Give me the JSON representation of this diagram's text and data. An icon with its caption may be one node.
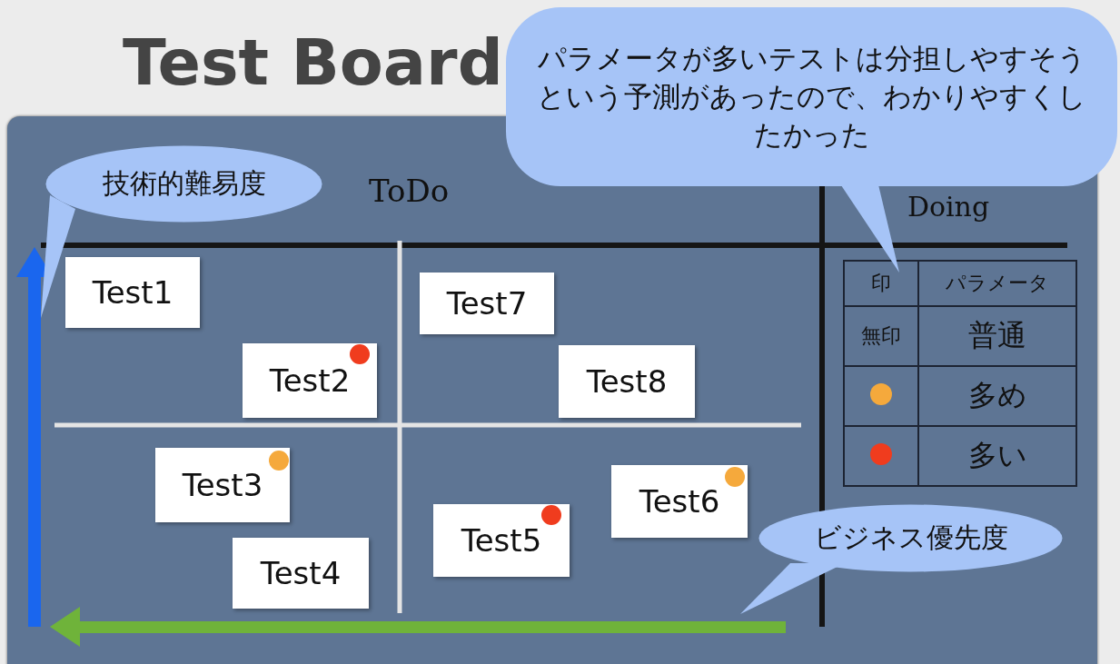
{
  "diagram": {
    "title": "Test Board",
    "nodes": [
      {
        "text": [
          "ToDo"
        ]
      },
      {
        "text": [
          "Doing"
        ]
      },
      {
        "text": [
          "Test1"
        ],
        "in": 0
      },
      {
        "text": [
          "Test2"
        ],
        "in": 0
      },
      {
        "text": [],
        "shape": "circle",
        "in": 3
      },
      {
        "text": [
          "Test3"
        ],
        "in": 0
      },
      {
        "text": [],
        "shape": "circle",
        "in": 5
      },
      {
        "text": [
          "Test4"
        ],
        "in": 0
      },
      {
        "text": [
          "Test5"
        ],
        "in": 0
      },
      {
        "text": [],
        "shape": "circle",
        "in": 8
      },
      {
        "text": [
          "Test6"
        ],
        "in": 0
      },
      {
        "text": [],
        "shape": "circle",
        "in": 10
      },
      {
        "text": [
          "Test7"
        ],
        "in": 0
      },
      {
        "text": [
          "Test8"
        ],
        "in": 0
      },
      {
        "text": [
          "技術的難易度"
        ]
      },
      {
        "text": [
          "パラメータが多いテストは分担しやすそうという予測があったので、わかりやすくしたかった"
        ]
      },
      {
        "text": [
          "ビジネス優先度"
        ]
      }
    ],
    "edges": [],
    "labels": [
      "印",
      "パラメータ",
      "無印",
      "普通"
    ],
    "legend": [
      {
        "text": "多め",
        "color": "#f5a93c"
      },
      {
        "text": "多い",
        "color": "#f03c1e"
      }
    ]
  }
}
